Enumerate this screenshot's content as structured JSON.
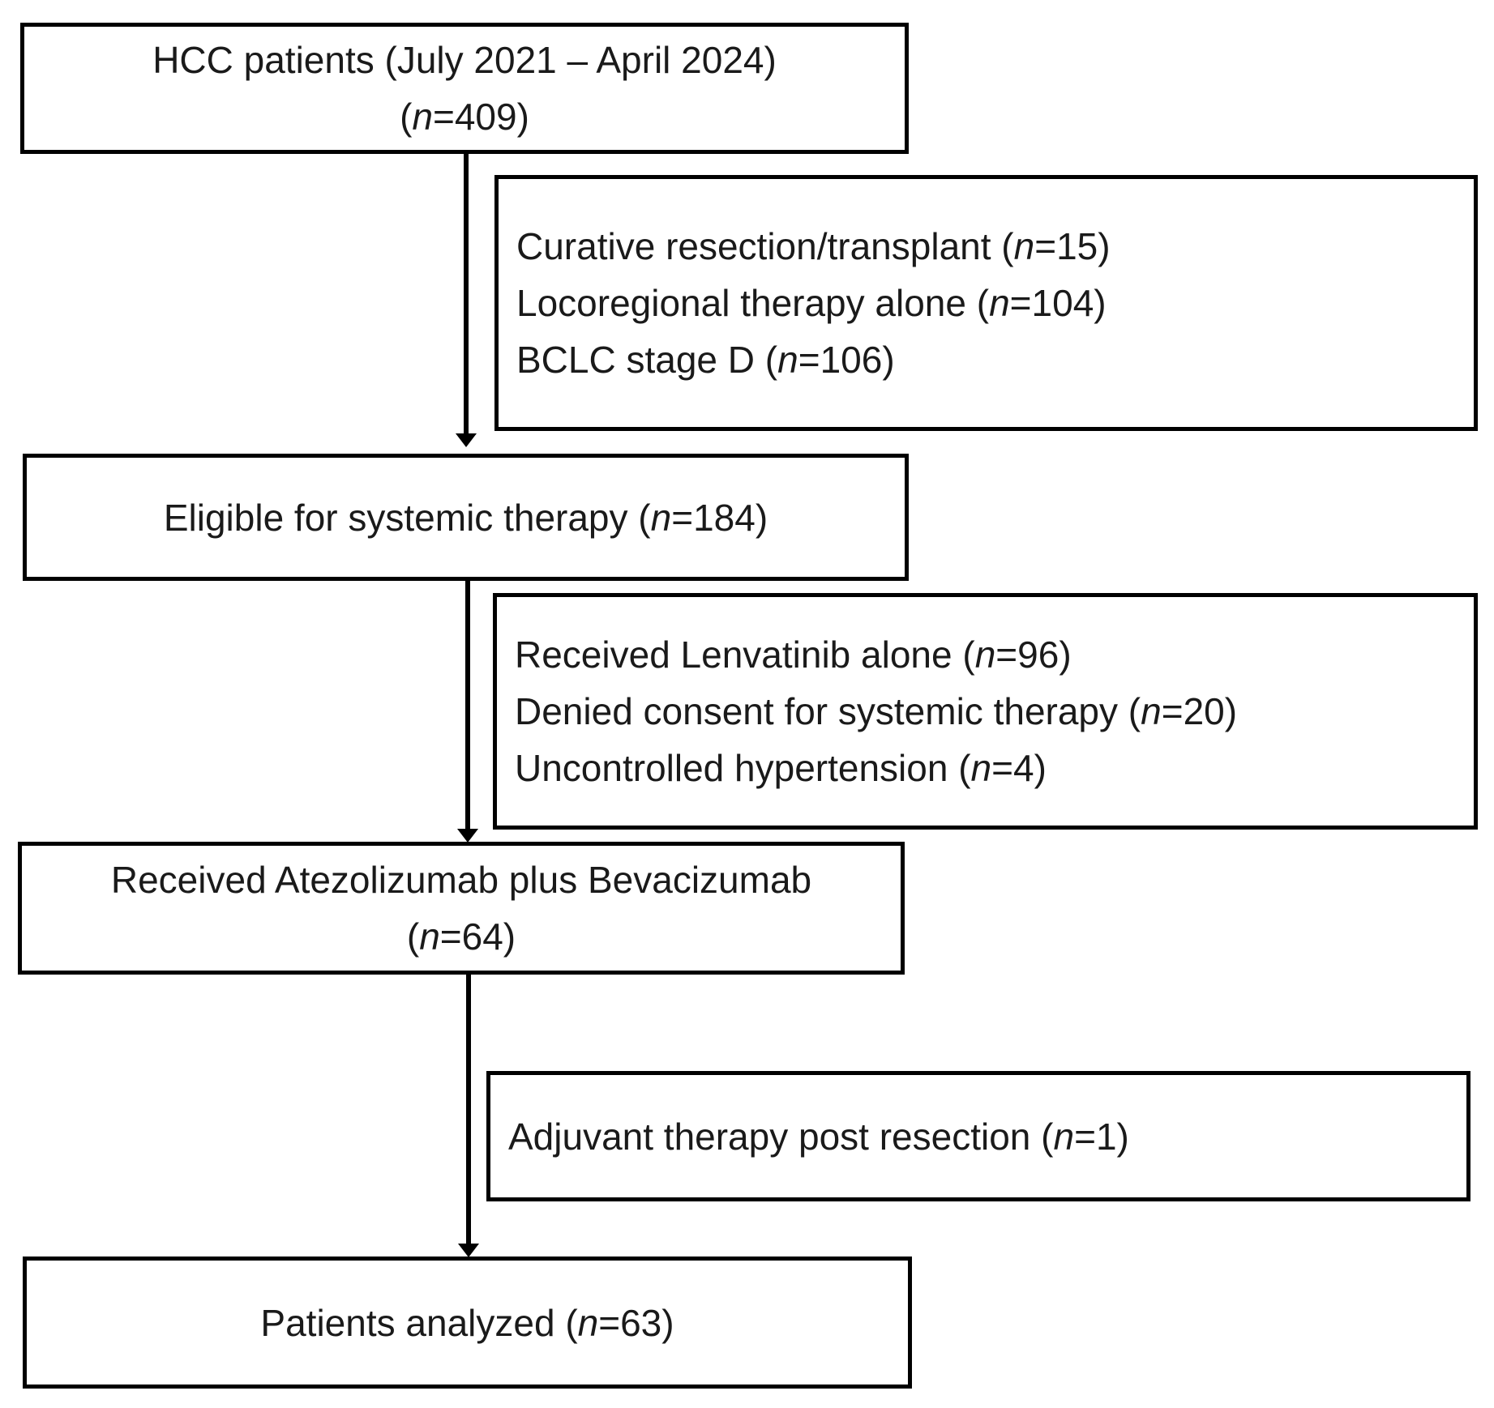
{
  "flow": {
    "step1": {
      "line1": "HCC  patients (July 2021 – April 2024)",
      "line2_pre": "(",
      "n_symbol": "n",
      "line2_val": "=409)"
    },
    "excl1": {
      "items": [
        {
          "text": "Curative resection/transplant (",
          "n_symbol": "n",
          "val": "=15)"
        },
        {
          "text": "Locoregional therapy alone (",
          "n_symbol": "n",
          "val": "=104)"
        },
        {
          "text": "BCLC stage D   (",
          "n_symbol": "n",
          "val": "=106)"
        }
      ]
    },
    "step2": {
      "text": "Eligible for systemic therapy (",
      "n_symbol": "n",
      "val": "=184)"
    },
    "excl2": {
      "items": [
        {
          "text": "Received Lenvatinib alone (",
          "n_symbol": "n",
          "val": "=96)"
        },
        {
          "text": "Denied consent for systemic therapy (",
          "n_symbol": "n",
          "val": "=20)"
        },
        {
          "text": "Uncontrolled hypertension (",
          "n_symbol": "n",
          "val": "=4)"
        }
      ]
    },
    "step3": {
      "line1": "Received Atezolizumab plus Bevacizumab",
      "line2_pre": "(",
      "n_symbol": "n",
      "line2_val": "=64)"
    },
    "excl3": {
      "items": [
        {
          "text": "Adjuvant therapy post resection (",
          "n_symbol": "n",
          "val": "=1)"
        }
      ]
    },
    "step4": {
      "text": "Patients analyzed (",
      "n_symbol": "n",
      "val": "=63)"
    }
  }
}
